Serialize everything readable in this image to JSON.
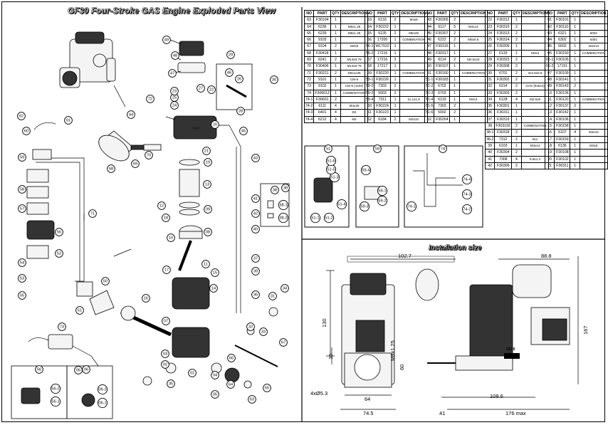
{
  "title": "GF30 Four-Stroke GAS Engine Exploded Parts View",
  "install_title": "Installation size",
  "table_headers": [
    "NO",
    "PART",
    "QTY",
    "DESCRIPTION"
  ],
  "parts_tables": [
    [
      [
        "63",
        "F30104",
        "1",
        ""
      ],
      [
        "64",
        "6236",
        "1",
        "M8x1.25"
      ],
      [
        "65",
        "6239",
        "1",
        "M8x1.25"
      ],
      [
        "66",
        "9103",
        "1",
        ""
      ],
      [
        "67",
        "9104",
        "2",
        "M3x5"
      ],
      [
        "68",
        "F30418",
        "1",
        ""
      ],
      [
        "69",
        "6241",
        "2",
        "M14x0.75"
      ],
      [
        "70",
        "F30406",
        "1",
        "M14x0.75"
      ],
      [
        "71",
        "F30221",
        "2",
        "D5x1x45"
      ],
      [
        "72",
        "9101",
        "1",
        "CM-6"
      ],
      [
        "73",
        "9102",
        "1",
        "CM-6 (1104)"
      ],
      [
        "74",
        "F30601Z",
        "1",
        "COMBINATION"
      ],
      [
        "74-1",
        "F30601",
        "2",
        ""
      ],
      [
        "74-2",
        "6111",
        "4",
        "M4x30"
      ],
      [
        "74-3",
        "6401",
        "4",
        "D4"
      ],
      [
        "74-4",
        "6212",
        "4",
        "M4"
      ]
    ],
    [
      [
        "53",
        "6133",
        "2",
        "M4x8"
      ],
      [
        "54",
        "F30222",
        "1",
        ""
      ],
      [
        "55",
        "6135",
        "2",
        "M5x45"
      ],
      [
        "56",
        "17200",
        "1",
        "COMBINATION"
      ],
      [
        "56-1",
        "W17022",
        "1",
        ""
      ],
      [
        "56-2",
        "17216",
        "1",
        ""
      ],
      [
        "57",
        "17216",
        "2",
        ""
      ],
      [
        "58",
        "17217",
        "1",
        ""
      ],
      [
        "59",
        "F30220",
        "1",
        "COMBINATION"
      ],
      [
        "59-1",
        "F30226",
        "1",
        ""
      ],
      [
        "59-2",
        "7303",
        "2",
        ""
      ],
      [
        "59-3",
        "5003",
        "2",
        ""
      ],
      [
        "59-4",
        "7311",
        "1",
        "11.1x1.6"
      ],
      [
        "60",
        "F30224",
        "1",
        ""
      ],
      [
        "61",
        "F30223",
        "1",
        ""
      ],
      [
        "62",
        "6184",
        "2",
        "M3x10"
      ]
    ],
    [
      [
        "43",
        "F30305",
        "2",
        ""
      ],
      [
        "44",
        "6117",
        "5",
        "M4x14"
      ],
      [
        "45",
        "F30307",
        "2",
        ""
      ],
      [
        "46",
        "6222",
        "2",
        "M5x0.5"
      ],
      [
        "47",
        "F30316",
        "1",
        ""
      ],
      [
        "48",
        "F30317",
        "1",
        ""
      ],
      [
        "49",
        "6114",
        "2",
        "M2.5x10"
      ],
      [
        "50",
        "F30107",
        "1",
        ""
      ],
      [
        "51",
        "F30160",
        "1",
        "COMBINATION"
      ],
      [
        "51-1",
        "F30183",
        "1",
        ""
      ],
      [
        "51-2",
        "6702",
        "1",
        ""
      ],
      [
        "51-3",
        "6703",
        "1",
        ""
      ],
      [
        "51-4",
        "6133",
        "1",
        "M4x4"
      ],
      [
        "51-5",
        "7303",
        "2",
        ""
      ],
      [
        "51-6",
        "5002",
        "2",
        ""
      ],
      [
        "52",
        "F30264",
        "1",
        ""
      ]
    ],
    [
      [
        "22",
        "F30312",
        "1",
        ""
      ],
      [
        "23",
        "F30315",
        "2",
        ""
      ],
      [
        "24",
        "F30313",
        "2",
        ""
      ],
      [
        "25",
        "F30314",
        "2",
        ""
      ],
      [
        "26",
        "F30309",
        "1",
        ""
      ],
      [
        "27",
        "6133",
        "1",
        "M4x4"
      ],
      [
        "28",
        "F30323",
        "2",
        ""
      ],
      [
        "29",
        "F30308",
        "2",
        ""
      ],
      [
        "30",
        "6701",
        "2",
        "3x2.5x0.6"
      ],
      [
        "31",
        "F30302",
        "2",
        ""
      ],
      [
        "32",
        "6314",
        "2",
        "GAS (6x6x4)"
      ],
      [
        "33",
        "F30303",
        "2",
        ""
      ],
      [
        "34",
        "6128",
        "4",
        "M2.5x8"
      ],
      [
        "35",
        "F30301",
        "1",
        ""
      ],
      [
        "36",
        "F30311",
        "1",
        ""
      ],
      [
        "37",
        "F30319",
        "1",
        ""
      ],
      [
        "38",
        "F30319Z",
        "2",
        "COMBINATION"
      ],
      [
        "38-1",
        "F30318",
        "2",
        ""
      ],
      [
        "38-2",
        "7312",
        "2",
        "9x1"
      ],
      [
        "39",
        "6103",
        "1",
        "M3x14"
      ],
      [
        "40",
        "F30304",
        "2",
        ""
      ],
      [
        "41",
        "7308",
        "4",
        "5.8x1.3"
      ],
      [
        "42",
        "F30306",
        "2",
        ""
      ]
    ],
    [
      [
        "01",
        "F30101",
        "1",
        ""
      ],
      [
        "02",
        "F30110",
        "1",
        ""
      ],
      [
        "03",
        "6321",
        "1",
        "6002"
      ],
      [
        "04",
        "6302",
        "1",
        "6301"
      ],
      [
        "05",
        "6602",
        "1",
        "3x5x13"
      ],
      [
        "06",
        "F30150",
        "1",
        "COMBINATION"
      ],
      [
        "06-1",
        "F30105",
        "1",
        ""
      ],
      [
        "06-2",
        "17151",
        "1",
        ""
      ],
      [
        "07",
        "F30109",
        "1",
        ""
      ],
      [
        "08",
        "F30141",
        "1",
        ""
      ],
      [
        "09",
        "F30143",
        "2",
        ""
      ],
      [
        "10",
        "F30136",
        "1",
        ""
      ],
      [
        "11",
        "F30120",
        "1",
        "COMBINATION"
      ],
      [
        "12",
        "F30137",
        "2",
        ""
      ],
      [
        "13",
        "F30142",
        "1",
        ""
      ],
      [
        "14",
        "F30106",
        "1",
        ""
      ],
      [
        "15",
        "F30158",
        "1",
        ""
      ],
      [
        "16",
        "6107",
        "4",
        "M4x10"
      ],
      [
        "17",
        "F30159",
        "1",
        ""
      ],
      [
        "18",
        "6136",
        "1",
        "M3x5"
      ],
      [
        "19",
        "F30108",
        "1",
        ""
      ],
      [
        "20",
        "F30102",
        "1",
        ""
      ],
      [
        "21",
        "F30311",
        "1",
        ""
      ]
    ]
  ],
  "callouts": [
    "49",
    "48",
    "47",
    "46",
    "45",
    "44",
    "43",
    "42",
    "41",
    "40",
    "39",
    "38",
    "37",
    "36",
    "35",
    "34",
    "33",
    "32",
    "31",
    "30",
    "29",
    "28",
    "27",
    "26",
    "25",
    "24",
    "23",
    "22",
    "21",
    "20",
    "19",
    "18",
    "17",
    "16",
    "15",
    "14",
    "13",
    "12",
    "11",
    "10",
    "09",
    "08",
    "07",
    "06",
    "05",
    "04",
    "03",
    "02",
    "01",
    "73",
    "72",
    "71",
    "70",
    "69",
    "68",
    "67",
    "66",
    "65",
    "64",
    "63",
    "62",
    "61",
    "60",
    "59",
    "58",
    "57",
    "56",
    "55",
    "54",
    "53",
    "52",
    "51",
    "50"
  ],
  "sub_callouts": [
    "51",
    "59",
    "74",
    "74-1",
    "74-2",
    "74-3",
    "74-4",
    "51-1",
    "51-2",
    "51-3",
    "51-4",
    "51-5",
    "51-6",
    "59-1",
    "59-2",
    "59-3",
    "59-4",
    "56",
    "06",
    "56-1",
    "56-2",
    "06-1",
    "06-2",
    "38",
    "38-1",
    "38-2"
  ],
  "dimensions": {
    "d1027": "102.7",
    "d888": "88.8",
    "d130": "130",
    "d167": "167",
    "d30": "30",
    "d60": "60",
    "dm8": "M8x1.25",
    "d64": "64",
    "d745": "74.5",
    "d4x": "4xØ5.3",
    "d1087": "108.6",
    "d41": "41",
    "d176": "176 max",
    "plate": "GF30"
  }
}
